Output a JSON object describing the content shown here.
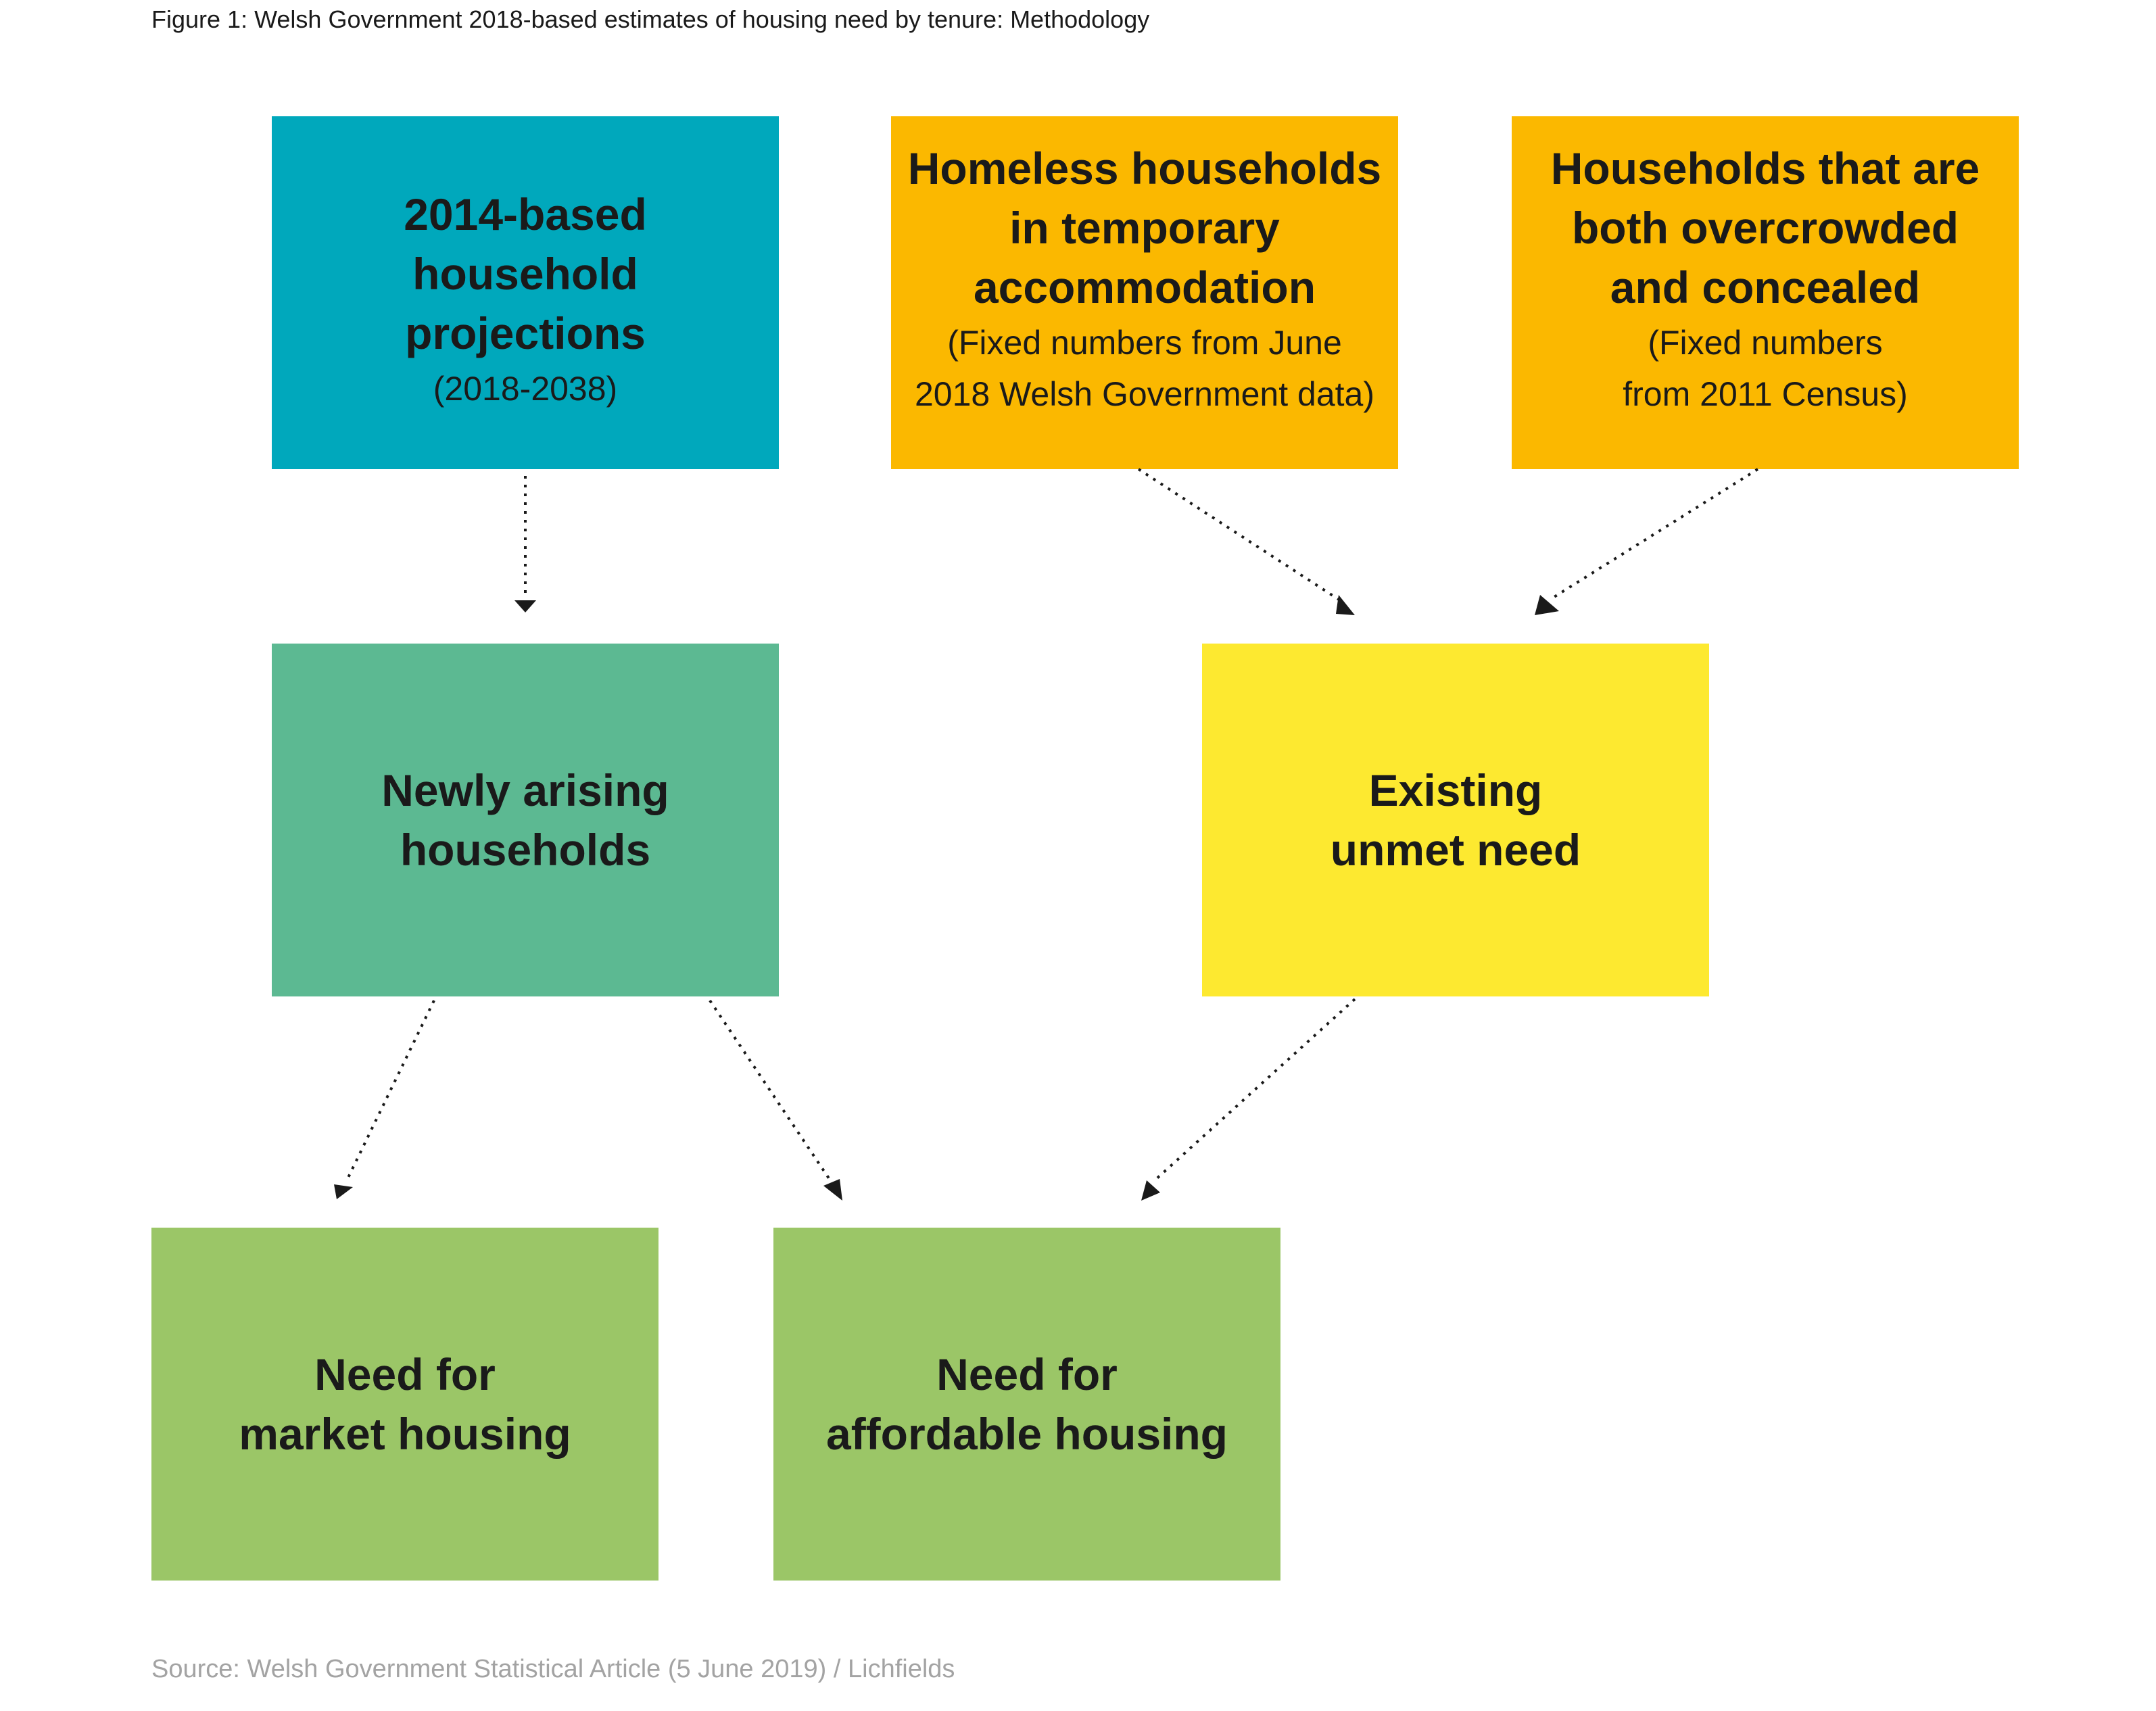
{
  "figure": {
    "title": "Figure 1:  Welsh Government 2018-based estimates of housing need by tenure: Methodology",
    "source": "Source: Welsh Government Statistical Article (5 June 2019) / Lichfields"
  },
  "nodes": {
    "projections": {
      "main": "2014-based\nhousehold\nprojections",
      "sub": "(2018-2038)",
      "color": "#00a8bc"
    },
    "homeless": {
      "main": "Homeless households\nin temporary\naccommodation",
      "sub": "(Fixed numbers from June\n2018 Welsh Government data)",
      "color": "#fbb800"
    },
    "overcrowded": {
      "main": "Households that are\nboth overcrowded\nand concealed",
      "sub": "(Fixed numbers\nfrom 2011 Census)",
      "color": "#fbb800"
    },
    "newly": {
      "main": "Newly arising\nhouseholds",
      "color": "#5cb992"
    },
    "existing": {
      "main": "Existing\nunmet need",
      "color": "#fde930"
    },
    "market": {
      "main": "Need for\nmarket housing",
      "color": "#9bc667"
    },
    "affordable": {
      "main": "Need for\naffordable housing",
      "color": "#9bc667"
    }
  },
  "edges": [
    {
      "from": "projections",
      "to": "newly"
    },
    {
      "from": "homeless",
      "to": "existing"
    },
    {
      "from": "overcrowded",
      "to": "existing"
    },
    {
      "from": "newly",
      "to": "market"
    },
    {
      "from": "newly",
      "to": "affordable"
    },
    {
      "from": "existing",
      "to": "affordable"
    }
  ]
}
